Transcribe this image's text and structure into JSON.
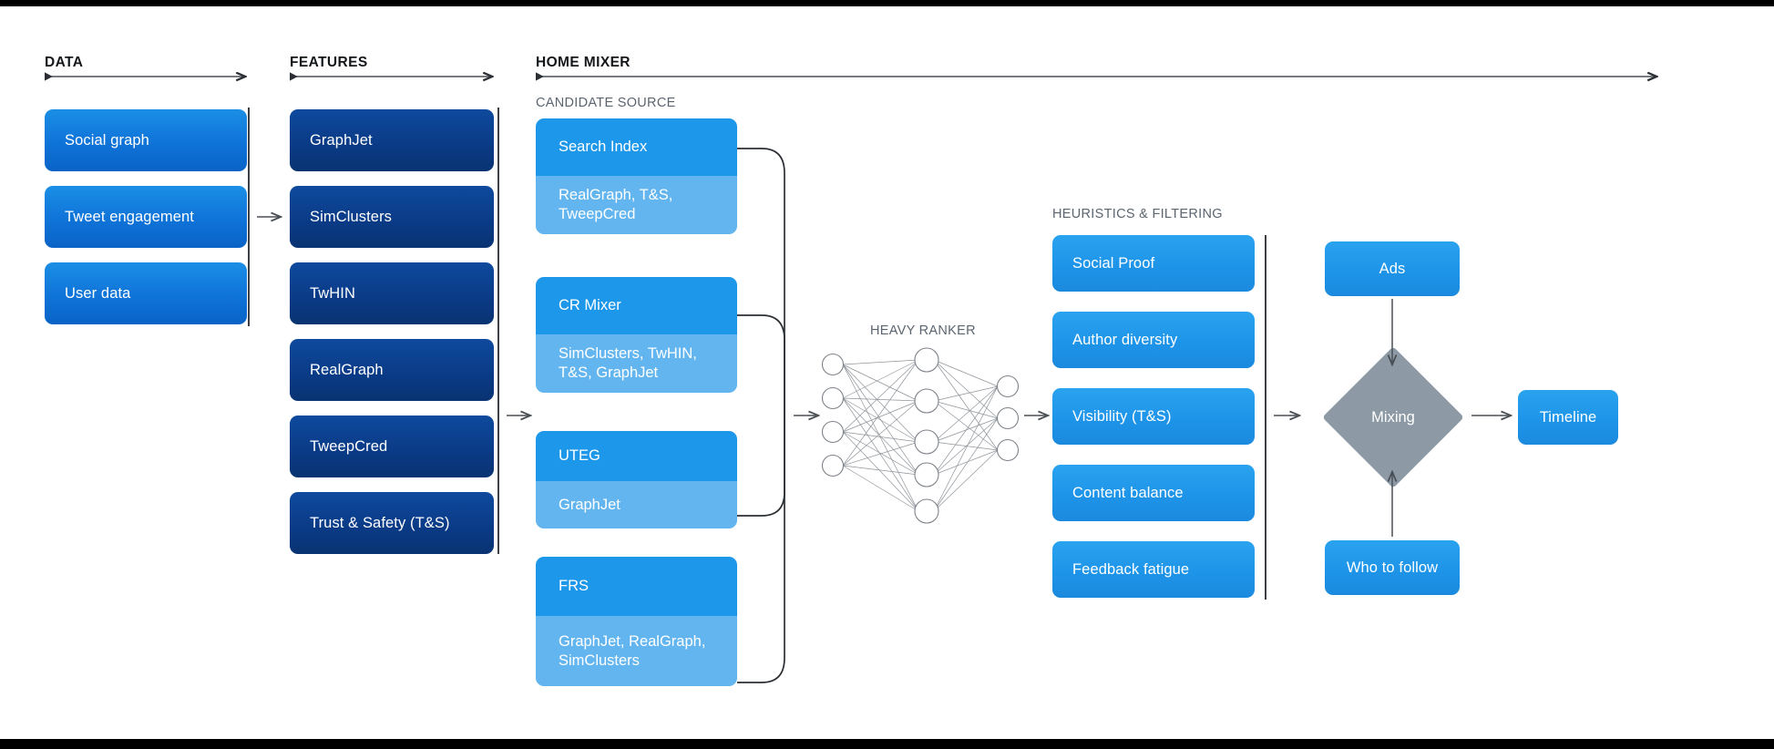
{
  "sections": {
    "data": {
      "title": "DATA"
    },
    "features": {
      "title": "FEATURES"
    },
    "home_mixer": {
      "title": "HOME MIXER"
    },
    "candidate_source": {
      "title": "CANDIDATE SOURCE"
    },
    "heuristics": {
      "title": "HEURISTICS & FILTERING"
    },
    "heavy_ranker": {
      "title": "HEAVY RANKER"
    }
  },
  "data_boxes": [
    {
      "label": "Social graph"
    },
    {
      "label": "Tweet engagement"
    },
    {
      "label": "User data"
    }
  ],
  "feature_boxes": [
    {
      "label": "GraphJet"
    },
    {
      "label": "SimClusters"
    },
    {
      "label": "TwHIN"
    },
    {
      "label": "RealGraph"
    },
    {
      "label": "TweepCred"
    },
    {
      "label": "Trust & Safety (T&S)"
    }
  ],
  "candidate_sources": [
    {
      "name": "Search Index",
      "features": "RealGraph, T&S, TweepCred"
    },
    {
      "name": "CR Mixer",
      "features": "SimClusters, TwHIN, T&S, GraphJet"
    },
    {
      "name": "UTEG",
      "features": "GraphJet"
    },
    {
      "name": "FRS",
      "features": "GraphJet, RealGraph, SimClusters"
    }
  ],
  "heuristic_boxes": [
    {
      "label": "Social Proof"
    },
    {
      "label": "Author diversity"
    },
    {
      "label": "Visibility (T&S)"
    },
    {
      "label": "Content balance"
    },
    {
      "label": "Feedback fatigue"
    }
  ],
  "outputs": {
    "ads": "Ads",
    "mixing": "Mixing",
    "who_to_follow": "Who to follow",
    "timeline": "Timeline"
  },
  "colors": {
    "data_blue": "#0f73d8",
    "feature_navy": "#0a3a85",
    "candidate_header": "#1d97ea",
    "candidate_body": "#63b5ef",
    "heuristic_blue": "#1d93e8",
    "mixing_grey": "#8d9aa5",
    "arrow_grey": "#4a4f55",
    "text_muted": "#5b6570"
  }
}
